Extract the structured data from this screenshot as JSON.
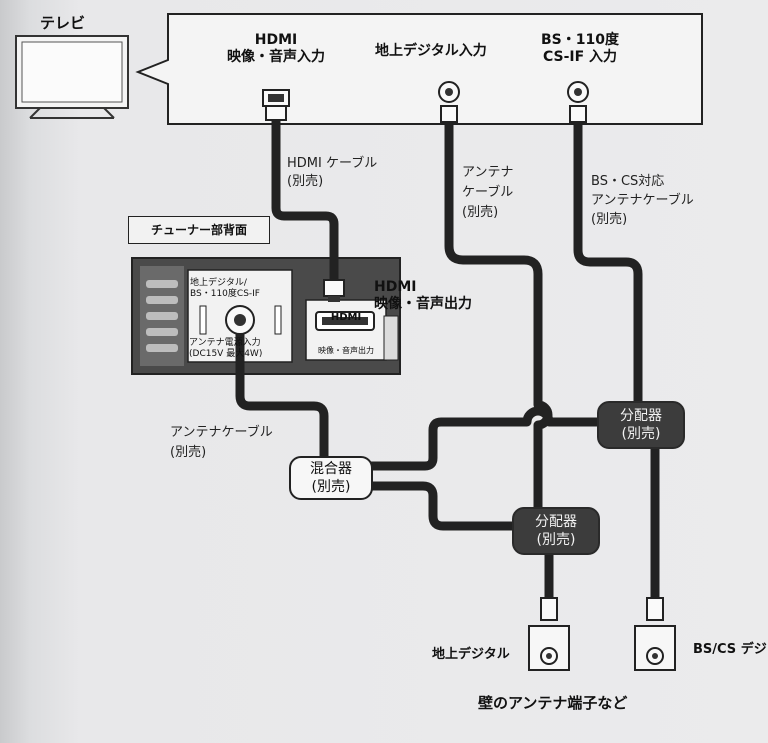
{
  "tv": {
    "title": "テレビ"
  },
  "tv_inputs": {
    "hdmi_line1": "HDMI",
    "hdmi_line2": "映像・音声入力",
    "terrestrial": "地上デジタル入力",
    "bs_line1": "BS・110度",
    "bs_line2": "CS-IF 入力"
  },
  "cables": {
    "hdmi_line1": "HDMI ケーブル",
    "hdmi_line2": "(別売)",
    "antenna1_line1": "アンテナ",
    "antenna1_line2": "ケーブル",
    "antenna1_line3": "(別売)",
    "bs_line1": "BS・CS対応",
    "bs_line2": "アンテナケーブル",
    "bs_line3": "(別売)",
    "antenna2_line1": "アンテナケーブル",
    "antenna2_line2": "(別売)"
  },
  "tuner": {
    "label": "チューナー部背面",
    "port_line1": "地上デジタル/",
    "port_line2": "BS・110度CS-IF",
    "power_line1": "アンテナ電源入力",
    "power_line2": "(DC15V 最大4W)",
    "hdmi_logo": "HDMI",
    "hdmi_port_label": "映像・音声出力",
    "hdmi_out_line1": "HDMI",
    "hdmi_out_line2": "映像・音声出力"
  },
  "devices": {
    "mixer_line1": "混合器",
    "mixer_line2": "(別売)",
    "splitter_line1": "分配器",
    "splitter_line2": "(別売)"
  },
  "wall": {
    "terrestrial": "地上デジタル",
    "bs_cs": "BS/CS デジ",
    "caption": "壁のアンテナ端子など"
  }
}
